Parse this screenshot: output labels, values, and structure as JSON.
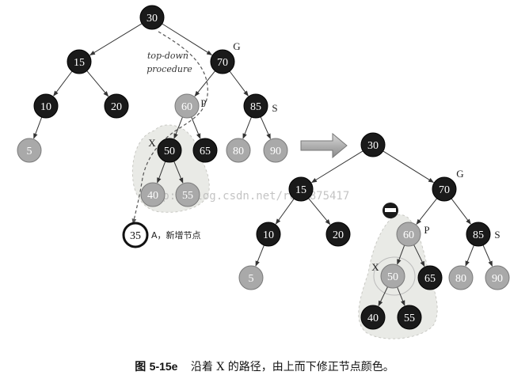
{
  "left_tree": {
    "annotation": [
      "top-down",
      "procedure"
    ],
    "new_node_label": "A，新增节点",
    "nodes": [
      {
        "id": "30",
        "text": "30",
        "color": "black"
      },
      {
        "id": "15",
        "text": "15",
        "color": "black"
      },
      {
        "id": "70",
        "text": "70",
        "color": "black",
        "tag": "G"
      },
      {
        "id": "10",
        "text": "10",
        "color": "black"
      },
      {
        "id": "20",
        "text": "20",
        "color": "black"
      },
      {
        "id": "60",
        "text": "60",
        "color": "red",
        "tag": "P"
      },
      {
        "id": "85",
        "text": "85",
        "color": "black",
        "tag": "S"
      },
      {
        "id": "5",
        "text": "5",
        "color": "red"
      },
      {
        "id": "50",
        "text": "50",
        "color": "black",
        "tag": "X"
      },
      {
        "id": "65",
        "text": "65",
        "color": "black"
      },
      {
        "id": "80",
        "text": "80",
        "color": "red"
      },
      {
        "id": "90",
        "text": "90",
        "color": "red"
      },
      {
        "id": "40",
        "text": "40",
        "color": "red"
      },
      {
        "id": "55",
        "text": "55",
        "color": "red"
      },
      {
        "id": "35",
        "text": "35",
        "color": "new"
      }
    ]
  },
  "right_tree": {
    "nodes": [
      {
        "id": "30",
        "text": "30",
        "color": "black"
      },
      {
        "id": "15",
        "text": "15",
        "color": "black"
      },
      {
        "id": "70",
        "text": "70",
        "color": "black",
        "tag": "G"
      },
      {
        "id": "10",
        "text": "10",
        "color": "black"
      },
      {
        "id": "20",
        "text": "20",
        "color": "black"
      },
      {
        "id": "60",
        "text": "60",
        "color": "red",
        "tag": "P"
      },
      {
        "id": "85",
        "text": "85",
        "color": "black",
        "tag": "S"
      },
      {
        "id": "5",
        "text": "5",
        "color": "red"
      },
      {
        "id": "50",
        "text": "50",
        "color": "red",
        "tag": "X"
      },
      {
        "id": "65",
        "text": "65",
        "color": "black"
      },
      {
        "id": "80",
        "text": "80",
        "color": "red"
      },
      {
        "id": "90",
        "text": "90",
        "color": "red"
      },
      {
        "id": "40",
        "text": "40",
        "color": "black"
      },
      {
        "id": "55",
        "text": "55",
        "color": "black"
      }
    ]
  },
  "watermark": "http://blog.csdn.net/ruan875417",
  "caption": {
    "prefix": "图",
    "figure": "5-15e",
    "text": "沿着 X 的路径，由上而下修正节点颜色。"
  },
  "colors": {
    "black_node": "#1a1a1a",
    "red_node": "#a9a9a9",
    "highlight": "#e9eae6",
    "edge": "#333333"
  }
}
